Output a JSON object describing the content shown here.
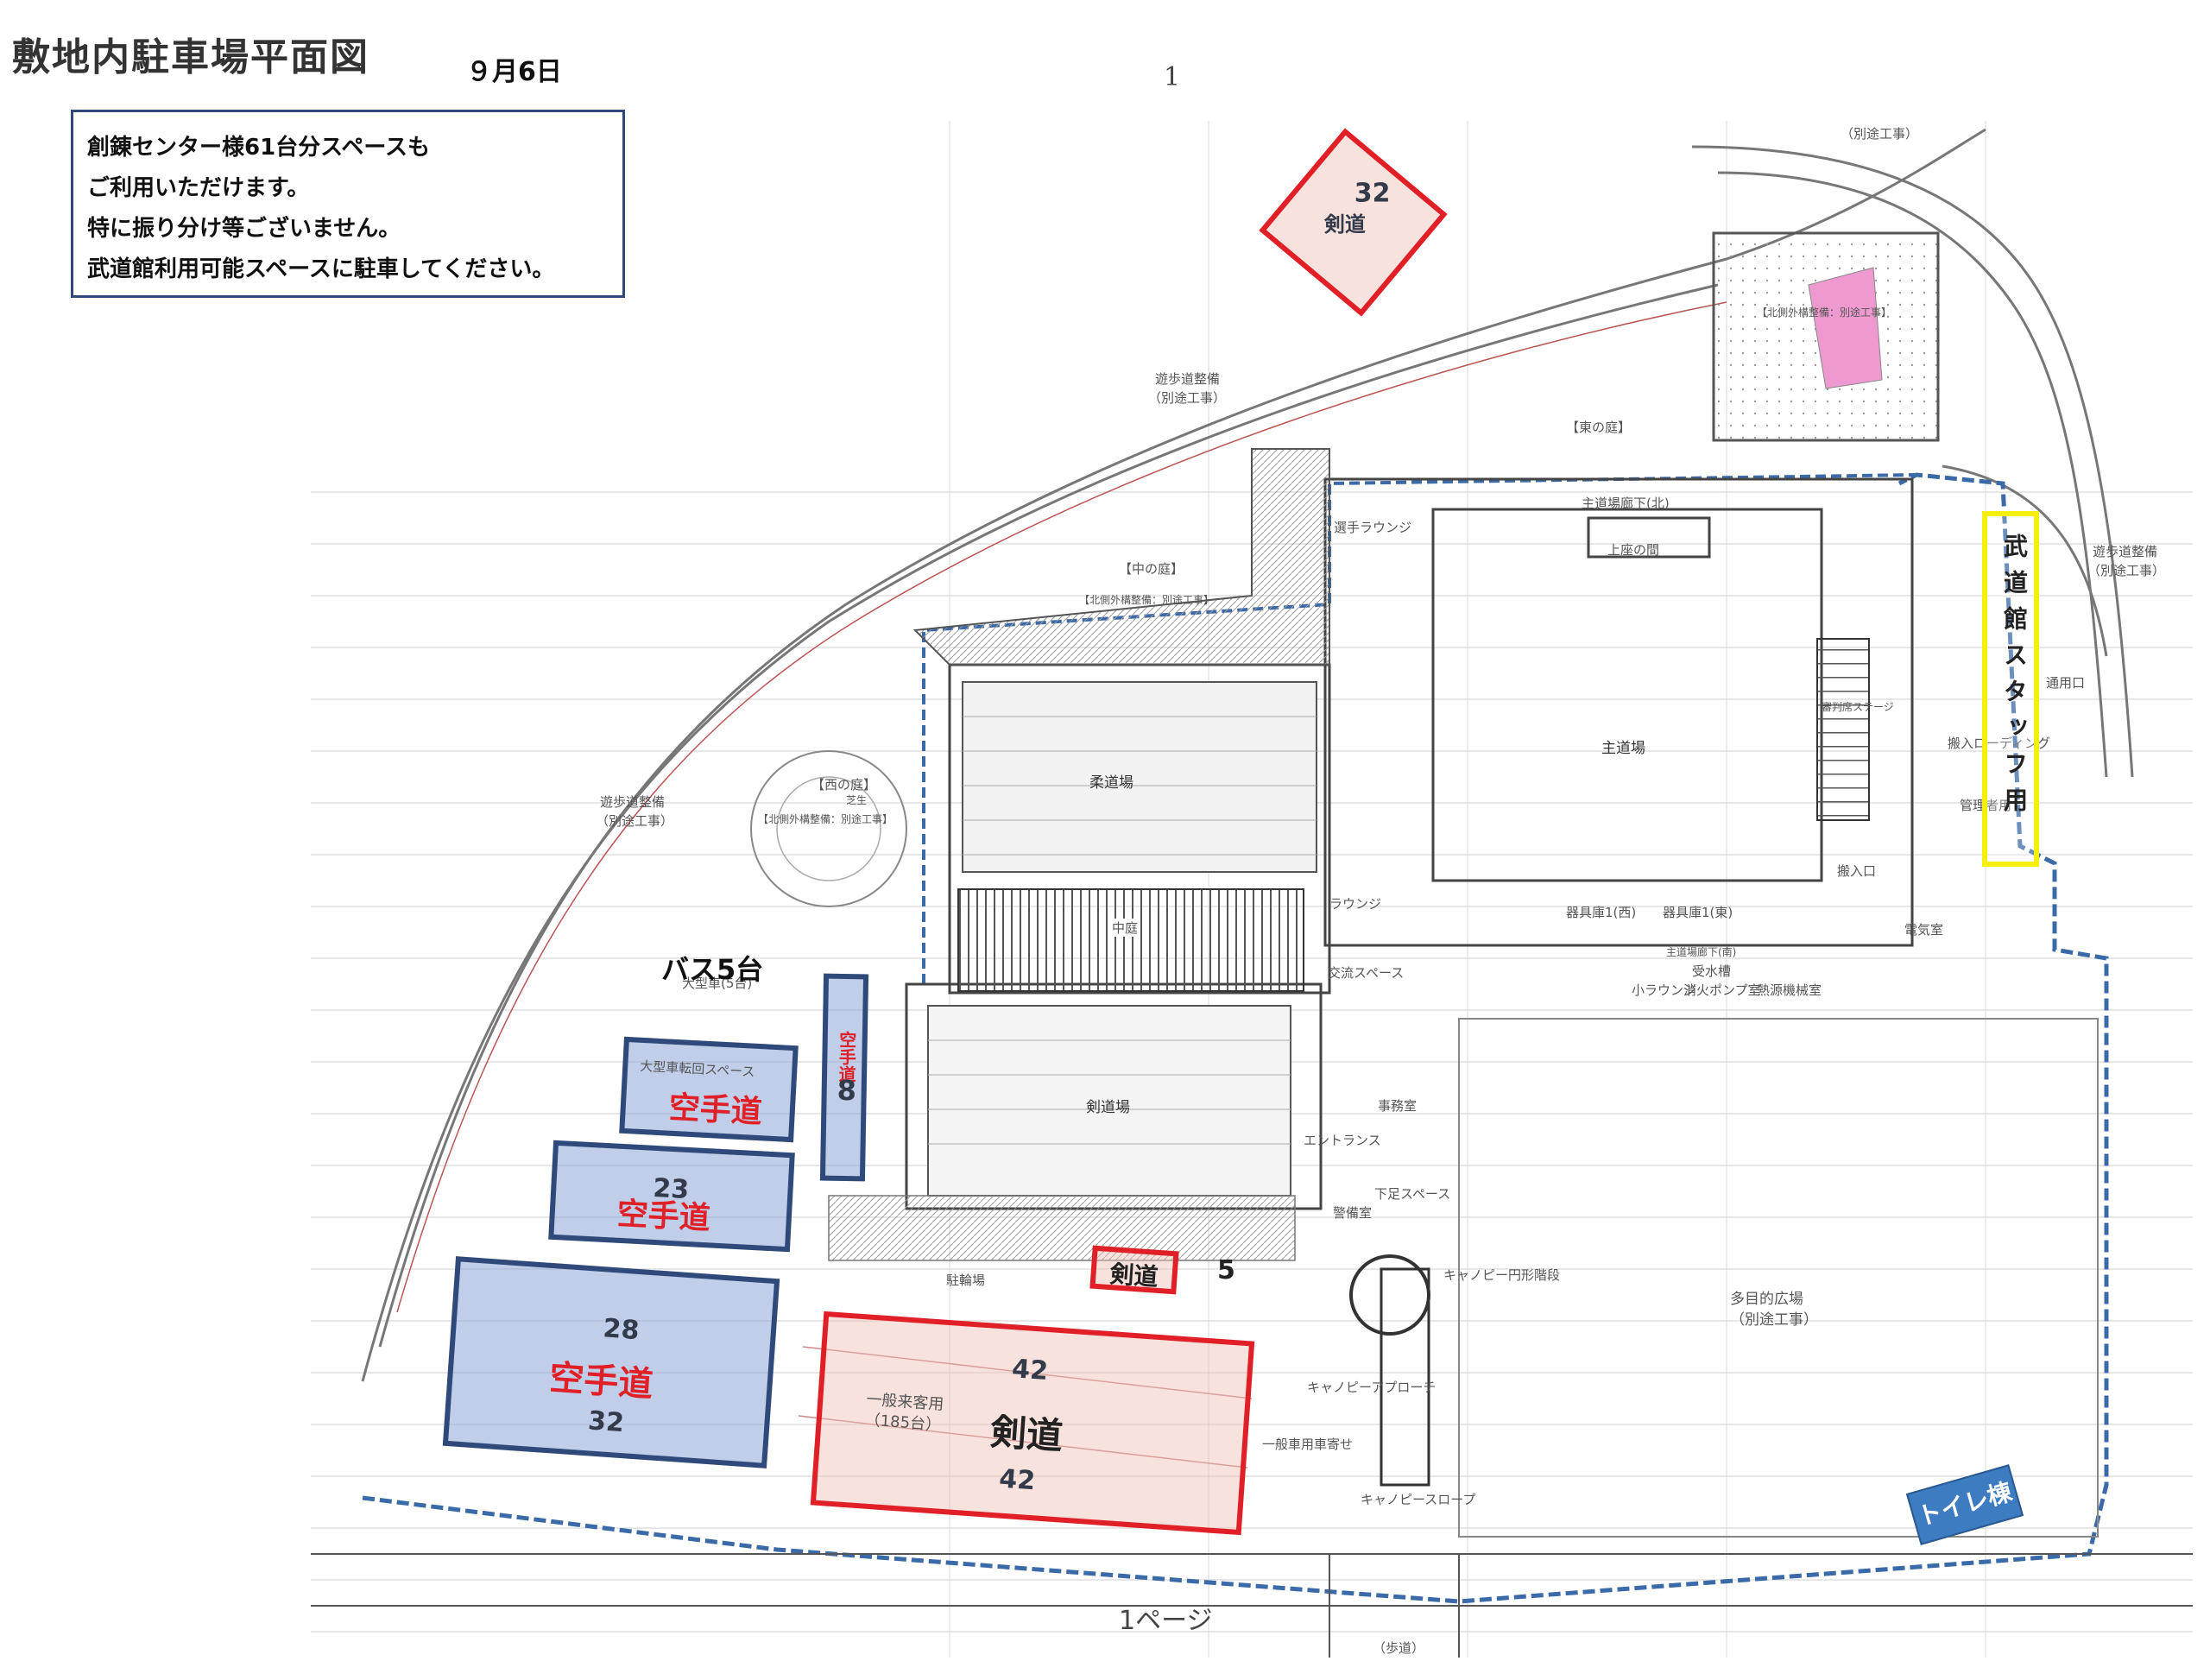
{
  "header": {
    "title": "敷地内駐車場平面図",
    "date": "９月6日",
    "page_number": "1"
  },
  "notice": {
    "lines": [
      "創錬センター様61台分スペースも",
      "ご利用いただけます。",
      "特に振り分け等ございません。",
      "武道館利用可能スペースに駐車してください。"
    ]
  },
  "colors": {
    "karate": "#2f4a7a",
    "kendo": "#e11f26",
    "staff": "#f5ef0d",
    "toilet": "#3d7cc0"
  },
  "zones": {
    "kendo_north": {
      "count": "32",
      "label": "剣道"
    },
    "karate_small": {
      "label": "空手道"
    },
    "karate_mid": {
      "count": "23",
      "label": "空手道"
    },
    "karate_large": {
      "count_top": "28",
      "label": "空手道",
      "count_bottom": "32"
    },
    "karate_vertical": {
      "count": "8",
      "label": "空手道"
    },
    "kendo_large": {
      "count_top": "42",
      "label": "剣道",
      "count_bottom": "42"
    },
    "kendo_small": {
      "label": "剣道",
      "count": "5"
    },
    "staff": {
      "label": "武道館スタッフ用"
    },
    "bus": {
      "label": "バス5台"
    },
    "toilet": {
      "label": "トイレ棟"
    }
  },
  "plan_labels": {
    "bekko_top": "（別途工事）",
    "walkway_n": "遊歩道整備",
    "walkway_n_sub": "（別途工事）",
    "east_garden": "【東の庭】",
    "north_outer": "【北側外構整備：別途工事】",
    "main_corridor_n": "主道場廊下(北)",
    "athlete_lounge": "選手ラウンジ",
    "kamiza": "上座の間",
    "middle_garden": "【中の庭】",
    "middle_outer": "【北側外構整備：別途工事】",
    "walkway_e": "遊歩道整備",
    "walkway_e_sub": "（別途工事）",
    "west_garden": "【西の庭】",
    "west_outer": "【北側外構整備：別途工事】",
    "lawn": "芝生",
    "walkway_w": "遊歩道整備",
    "walkway_w_sub": "（別途工事）",
    "judo": "柔道場",
    "main_dojo": "主道場",
    "referee_stage": "審判席ステージ",
    "loading": "搬入ローディング",
    "mgmt": "管理者用",
    "carry_in": "搬入口",
    "equip_w": "器具庫1(西)",
    "equip_e": "器具庫1(東)",
    "main_corridor_s": "主道場廊下(南)",
    "small_lounge": "小ラウンジ",
    "fire_pump": "消火ポンプ室",
    "water_tank": "受水槽",
    "heat_source": "熱源機械室",
    "electric": "電気室",
    "lounge": "ラウンジ",
    "courtyard": "中庭",
    "exchange": "交流スペース",
    "kendo_dojo": "剣道場",
    "office": "事務室",
    "entrance": "エントランス",
    "shoes": "下足スペース",
    "security": "警備室",
    "large_bus": "大型車(5台)",
    "bus_turn": "大型車転回スペース",
    "bike": "駐輪場",
    "canopy_stair": "キャノピー円形階段",
    "plaza": "多目的広場",
    "plaza_sub": "（別途工事）",
    "general_parking": "一般来客用",
    "general_parking_sub": "（185台）",
    "canopy_approach": "キャノピーアプローチ",
    "dropoff": "一般車用車寄せ",
    "canopy_slope": "キャノピースロープ",
    "staff_gate": "通用口",
    "one_page": "1ページ",
    "sidewalk": "（歩道）"
  }
}
